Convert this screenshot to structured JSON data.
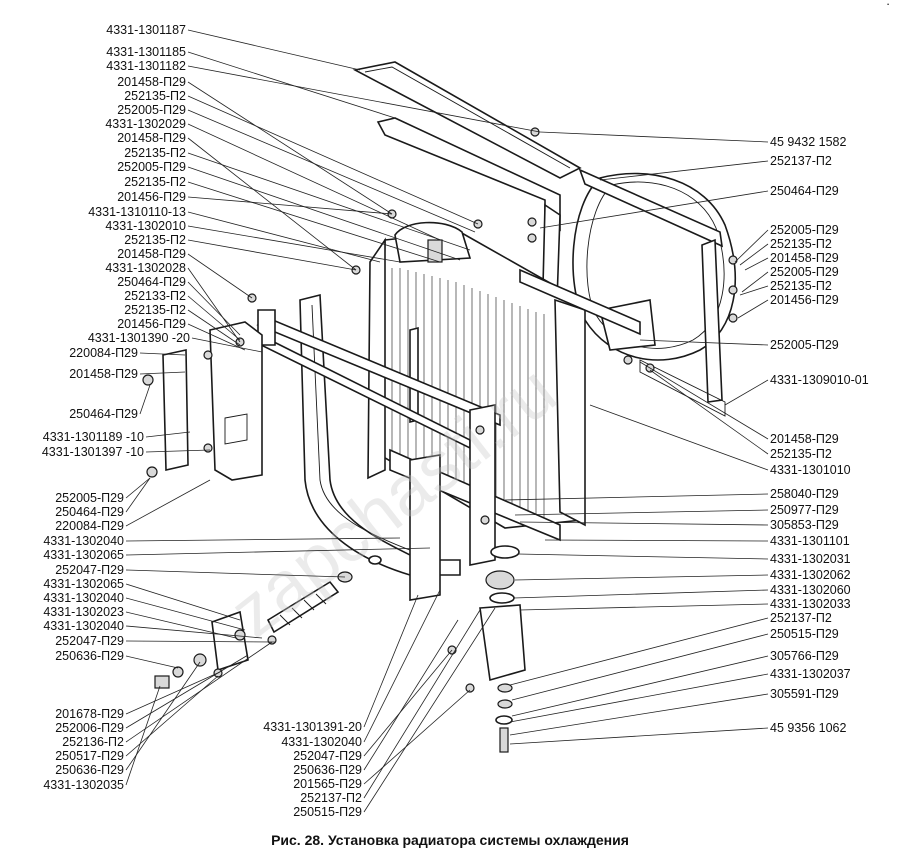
{
  "caption": "Рис. 28. Установка радиатора системы охлаждения",
  "watermark": "zapchasti.ru",
  "corner_mark": "·",
  "labels_left": [
    "4331-1301187",
    "4331-1301185",
    "4331-1301182",
    "201458-П29",
    "252135-П2",
    "252005-П29",
    "4331-1302029",
    "201458-П29",
    "252135-П2",
    "252005-П29",
    "252135-П2",
    "201456-П29",
    "4331-1310110-13",
    "4331-1302010",
    "252135-П2",
    "201458-П29",
    "4331-1302028",
    "250464-П29",
    "252133-П2",
    "252135-П2",
    "201456-П29",
    "4331-1301390 -20",
    "220084-П29",
    "201458-П29",
    "250464-П29",
    "4331-1301189 -10",
    "4331-1301397 -10",
    "252005-П29",
    "250464-П29",
    "220084-П29",
    "4331-1302040",
    "4331-1302065",
    "252047-П29",
    "4331-1302065",
    "4331-1302040",
    "4331-1302023",
    "4331-1302040",
    "252047-П29",
    "250636-П29",
    "201678-П29",
    "252006-П29",
    "252136-П2",
    "250517-П29",
    "250636-П29",
    "4331-1302035"
  ],
  "labels_bottom": [
    "4331-1301391-20",
    "4331-1302040",
    "252047-П29",
    "250636-П29",
    "201565-П29",
    "252137-П2",
    "250515-П29"
  ],
  "labels_right": [
    "45 9432 1582",
    "252137-П2",
    "250464-П29",
    "252005-П29",
    "252135-П2",
    "201458-П29",
    "252005-П29",
    "252135-П2",
    "201456-П29",
    "252005-П29",
    "4331-1309010-01",
    "201458-П29",
    "252135-П2",
    "4331-1301010",
    "258040-П29",
    "250977-П29",
    "305853-П29",
    "4331-1301101",
    "4331-1302031",
    "4331-1302062",
    "4331-1302060",
    "4331-1302033",
    "252137-П2",
    "250515-П29",
    "305766-П29",
    "4331-1302037",
    "305591-П29",
    "45 9356 1062"
  ]
}
